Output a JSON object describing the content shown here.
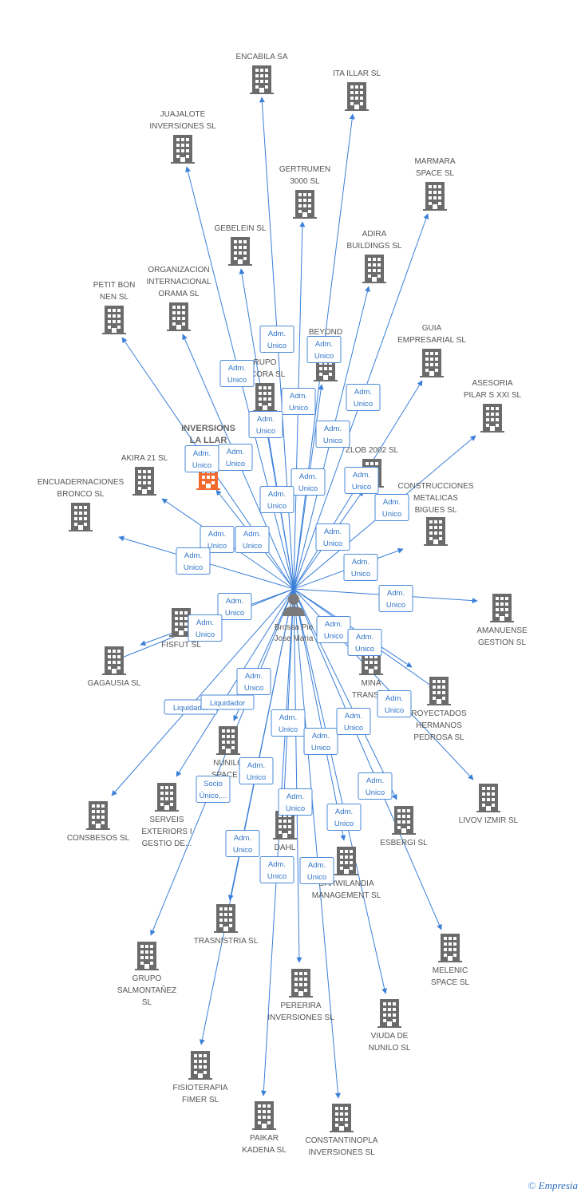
{
  "colors": {
    "edge": "#3a7fd9",
    "building": "#6b6b6b",
    "focus": "#f26a2e",
    "person": "#7a7a7a",
    "rolebox_border": "#4a8ad8",
    "rolebox_text": "#2f74c8"
  },
  "center": {
    "name_lines": [
      "Brossa Pie",
      "Jose Maria"
    ],
    "icon": "person-icon"
  },
  "companies": [
    {
      "lines": [
        "ENCABILA SA"
      ],
      "role": [
        "Adm.",
        "Unico"
      ]
    },
    {
      "lines": [
        "ITA ILLAR SL"
      ],
      "role": [
        "Adm.",
        "Unico"
      ]
    },
    {
      "lines": [
        "JUAJALOTE",
        "INVERSIONES SL"
      ],
      "role": [
        "Adm.",
        "Unico"
      ]
    },
    {
      "lines": [
        "GERTRUMEN",
        "3000 SL"
      ],
      "role": [
        "Adm.",
        "Unico"
      ]
    },
    {
      "lines": [
        "MARMARA",
        "SPACE SL"
      ],
      "role": [
        "Adm.",
        "Unico"
      ]
    },
    {
      "lines": [
        "GEBELEIN  SL"
      ],
      "role": [
        "Adm.",
        "Unico"
      ]
    },
    {
      "lines": [
        "ADIRA",
        "BUILDINGS SL"
      ],
      "role": [
        "Adm.",
        "Unico"
      ]
    },
    {
      "lines": [
        "ORGANIZACION",
        "INTERNACIONAL",
        "ORAMA SL"
      ],
      "role": [
        "Adm.",
        "Unico"
      ]
    },
    {
      "lines": [
        "PETIT BON",
        "NEN SL"
      ],
      "role": [
        "Adm.",
        "Unico"
      ]
    },
    {
      "lines": [
        "BEYOND",
        "S   SL"
      ],
      "role": [
        "Adm.",
        "Unico"
      ]
    },
    {
      "lines": [
        "GUIA",
        "EMPRESARIAL SL"
      ],
      "role": [
        "Adm.",
        "Unico"
      ]
    },
    {
      "lines": [
        "RUPO",
        "RCORA SL"
      ],
      "role": [
        "Adm.",
        "Unico"
      ]
    },
    {
      "lines": [
        "ASESORIA",
        "PILAR S XXI SL"
      ],
      "role": [
        "Adm.",
        "Unico"
      ]
    },
    {
      "lines": [
        "INVERSIONS",
        "LA LLAR",
        "DEL"
      ],
      "role": [
        "Adm.",
        "Unico"
      ],
      "focus": true
    },
    {
      "lines": [
        "AKIRA 21 SL"
      ],
      "role": [
        "Adm.",
        "Unico"
      ]
    },
    {
      "lines": [
        "ZLOB 2002 SL"
      ],
      "role": [
        "Adm.",
        "Unico"
      ]
    },
    {
      "lines": [
        "CONSTRUCCIONES",
        "METALICAS",
        "BIGUES SL"
      ],
      "role": [
        "Adm.",
        "Unico"
      ]
    },
    {
      "lines": [
        "ENCUADERNACIONES",
        "BRONCO SL"
      ],
      "role": [
        "Adm.",
        "Unico"
      ]
    },
    {
      "lines": [
        "AMANUENSE",
        "GESTION SL"
      ],
      "role": [
        "Adm.",
        "Unico"
      ]
    },
    {
      "lines": [
        "FISFUT SL"
      ],
      "role": [
        "Adm.",
        "Unico"
      ]
    },
    {
      "lines": [
        "GAGAUSIA SL"
      ],
      "role": [
        "Adm.",
        "Unico"
      ]
    },
    {
      "lines": [
        "MINA",
        "TRANSILV"
      ],
      "role": [
        "Adm.",
        "Unico"
      ]
    },
    {
      "lines": [
        "ROYECTADOS",
        "HERMANOS",
        "PEDROSA SL"
      ],
      "role": [
        "Adm.",
        "Unico"
      ]
    },
    {
      "lines": [
        "NUNILO",
        "SPACE S"
      ],
      "role": [
        "Adm.",
        "Unico"
      ]
    },
    {
      "lines": [
        "LIVOV IZMIR SL"
      ],
      "role": [
        "Adm.",
        "Unico"
      ]
    },
    {
      "lines": [
        "CONSBESOS SL"
      ],
      "role": [
        "Liquidador"
      ]
    },
    {
      "lines": [
        "SERVEIS",
        "EXTERIORS I",
        "GESTIO DE..."
      ],
      "role": [
        "Liquidador"
      ]
    },
    {
      "lines": [
        "ESBERGI SL"
      ],
      "role": [
        "Adm.",
        "Unico"
      ]
    },
    {
      "lines": [
        "DAHL",
        "M"
      ],
      "role": [
        "Adm.",
        "Unico"
      ]
    },
    {
      "lines": [
        "DARWILANDIA",
        "MANAGEMENT SL"
      ],
      "role": [
        "Adm.",
        "Unico"
      ]
    },
    {
      "lines": [
        "TRASNISTRIA SL"
      ],
      "role": [
        "Adm.",
        "Unico"
      ]
    },
    {
      "lines": [
        "MELENIC",
        "SPACE SL"
      ],
      "role": [
        "Adm.",
        "Unico"
      ]
    },
    {
      "lines": [
        "GRUPO",
        "SALMONTAÑEZ",
        "SL"
      ],
      "role": [
        "Socio",
        "Único,..."
      ]
    },
    {
      "lines": [
        "PERERIRA",
        "INVERSIONES SL"
      ],
      "role": [
        "Adm.",
        "Unico"
      ]
    },
    {
      "lines": [
        "VIUDA DE",
        "NUNILO SL"
      ],
      "role": [
        "Adm.",
        "Unico"
      ]
    },
    {
      "lines": [
        "FISIOTERAPIA",
        "FIMER SL"
      ],
      "role": [
        "Adm.",
        "Unico"
      ]
    },
    {
      "lines": [
        "PAIKAR",
        "KADENA SL"
      ],
      "role": [
        "Adm.",
        "Unico"
      ]
    },
    {
      "lines": [
        "CONSTANTINOPLA",
        "INVERSIONES SL"
      ],
      "role": [
        "Adm.",
        "Unico"
      ]
    }
  ],
  "credit": {
    "symbol": "©",
    "brand": "Empresia"
  }
}
